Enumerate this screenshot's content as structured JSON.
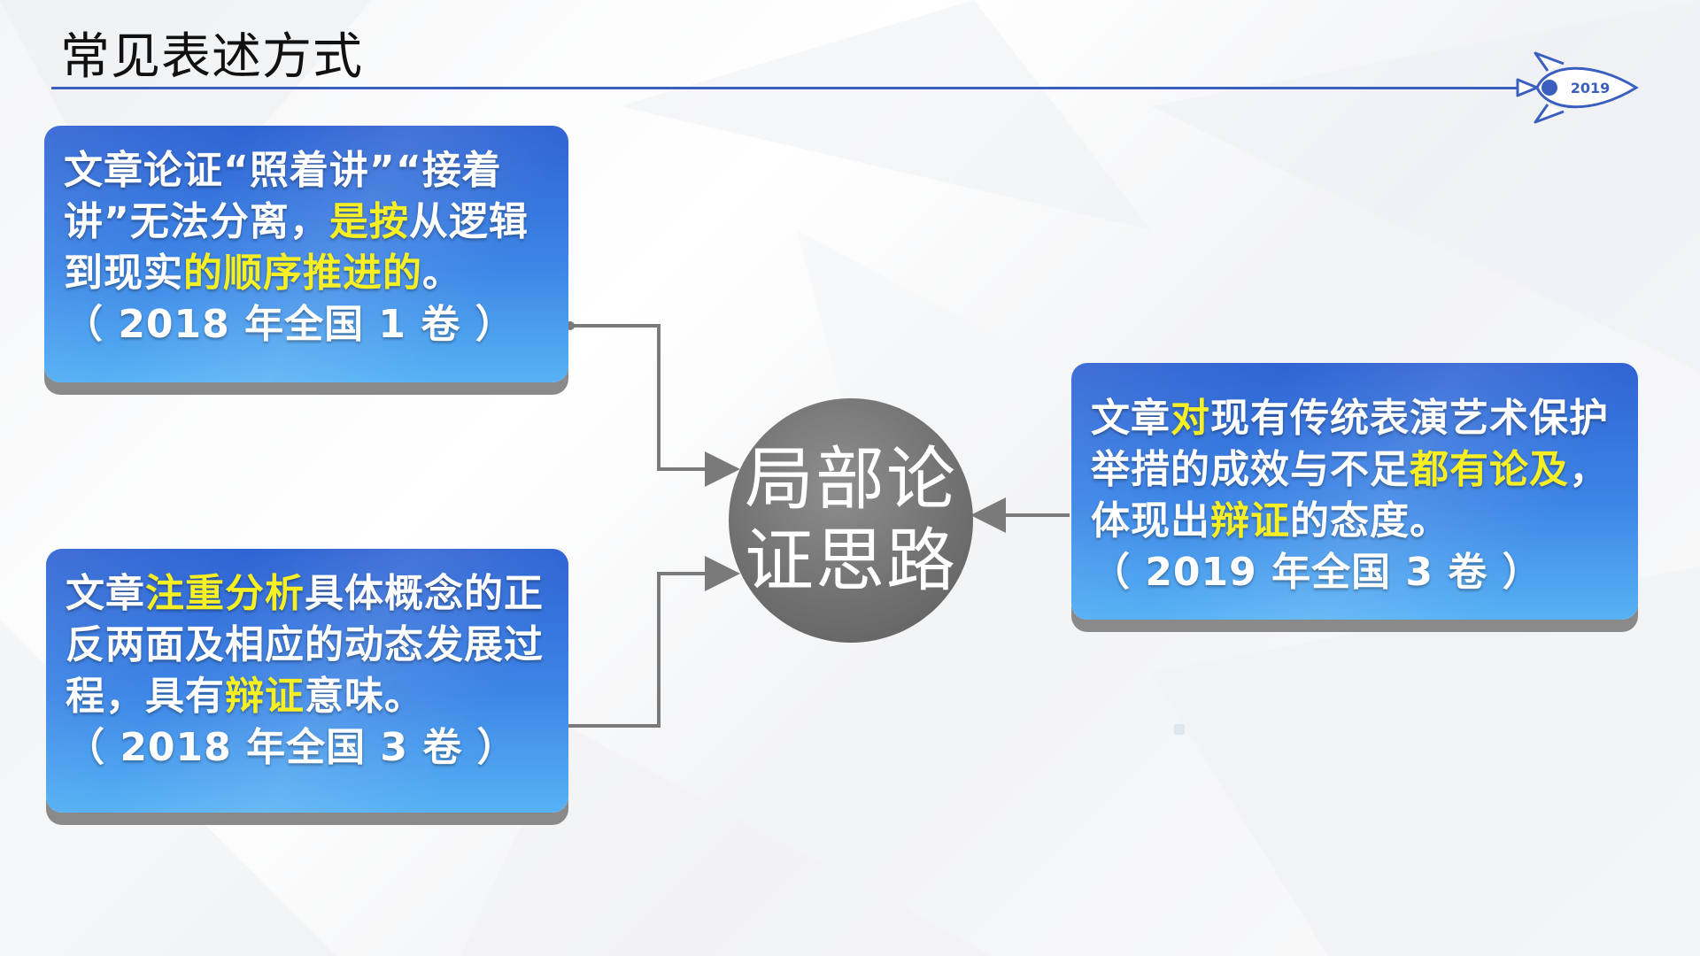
{
  "slide": {
    "title": "常见表述方式",
    "badge_year": "2019",
    "center_label_line1": "局部论",
    "center_label_line2": "证思路"
  },
  "colors": {
    "accent_line": "#3b5fbf",
    "box_blue": "#3d86e6",
    "highlight_yellow": "#f6ef24",
    "circle_gray": "#6f6f6f",
    "connector_gray": "#7a7a7a"
  },
  "boxes": [
    {
      "segments": [
        {
          "text": "文章论证“照着讲”“接着讲”无法分离，",
          "highlight": false
        },
        {
          "text": "是按",
          "highlight": true
        },
        {
          "text": "从逻辑到现实",
          "highlight": false
        },
        {
          "text": "的顺序推进的",
          "highlight": true
        },
        {
          "text": "。",
          "highlight": false
        }
      ],
      "source": "（ 2018 年全国 1 卷 ）"
    },
    {
      "segments": [
        {
          "text": "文章",
          "highlight": false
        },
        {
          "text": "注重分析",
          "highlight": true
        },
        {
          "text": "具体概念的正反两面及相应的动态发展过程，具有",
          "highlight": false
        },
        {
          "text": "辩证",
          "highlight": true
        },
        {
          "text": "意味。",
          "highlight": false
        }
      ],
      "source": "（ 2018 年全国 3 卷 ）"
    },
    {
      "segments": [
        {
          "text": "文章",
          "highlight": false
        },
        {
          "text": "对",
          "highlight": true
        },
        {
          "text": "现有传统表演艺术保护举措的成效与不足",
          "highlight": false
        },
        {
          "text": "都有论及",
          "highlight": true
        },
        {
          "text": "，体现出",
          "highlight": false
        },
        {
          "text": "辩证",
          "highlight": true
        },
        {
          "text": "的态度。",
          "highlight": false
        }
      ],
      "source": "（ 2019 年全国 3 卷 ）"
    }
  ]
}
